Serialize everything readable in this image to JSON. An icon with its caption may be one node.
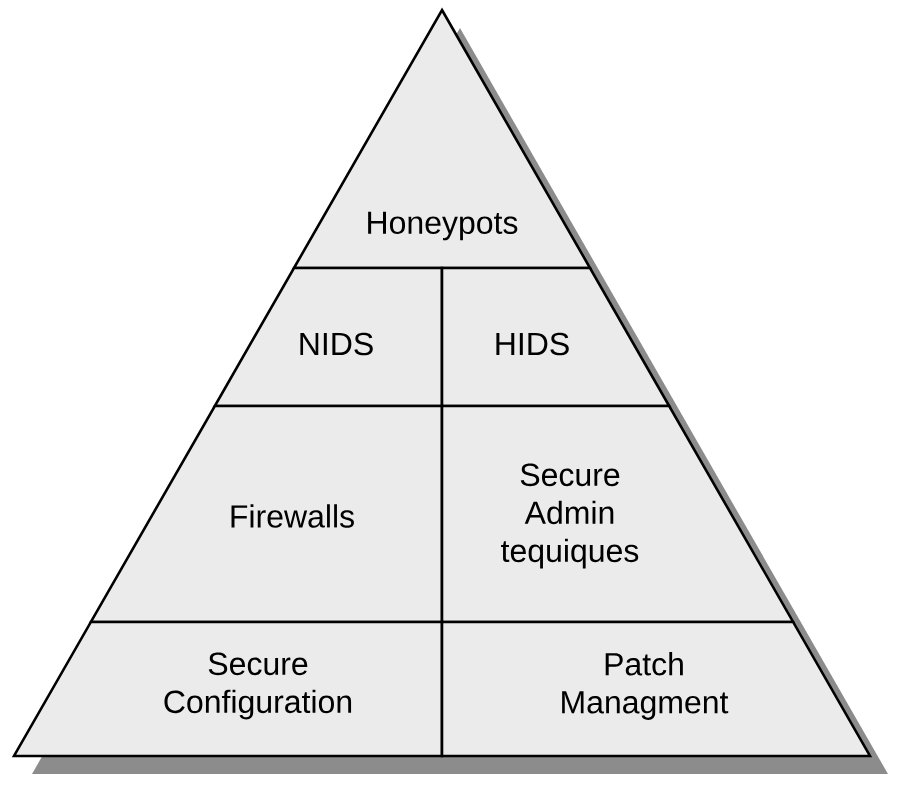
{
  "diagram": {
    "nodes": [
      {
        "text": [
          "Honeypots"
        ]
      },
      {
        "text": [
          "NIDS"
        ]
      },
      {
        "text": [
          "HIDS"
        ]
      },
      {
        "text": [
          "Firewalls"
        ]
      },
      {
        "text": [
          "Secure Admin tequiques"
        ]
      },
      {
        "text": [
          "Secure Configuration"
        ]
      },
      {
        "text": [
          "Patch Managment"
        ]
      }
    ]
  }
}
